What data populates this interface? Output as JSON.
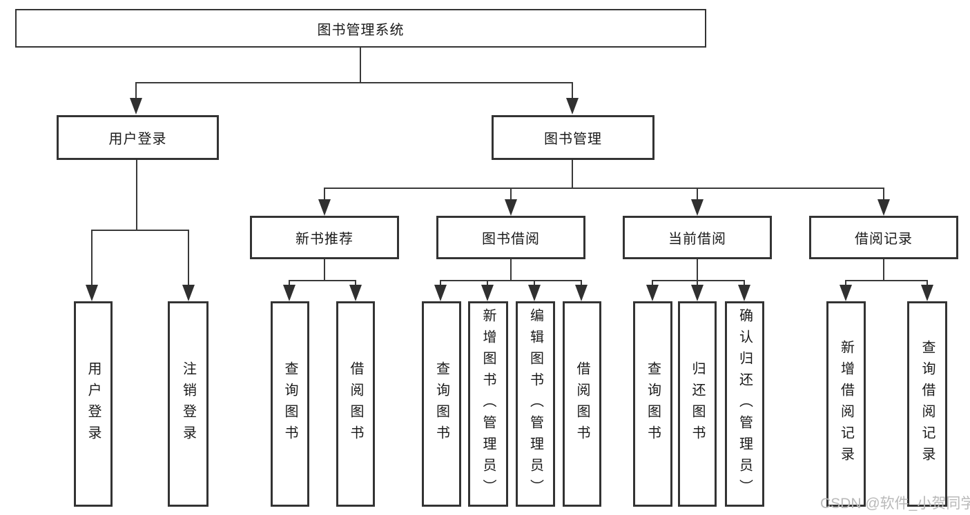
{
  "diagram_title": "图书管理系统",
  "tree": {
    "root": {
      "label": "图书管理系统",
      "children": [
        {
          "label": "用户登录",
          "children": [
            {
              "label": "用户登录"
            },
            {
              "label": "注销登录"
            }
          ]
        },
        {
          "label": "图书管理",
          "children": [
            {
              "label": "新书推荐",
              "children": [
                {
                  "label": "查询图书"
                },
                {
                  "label": "借阅图书"
                }
              ]
            },
            {
              "label": "图书借阅",
              "children": [
                {
                  "label": "查询图书"
                },
                {
                  "label": "新增图书（管理员）"
                },
                {
                  "label": "编辑图书（管理员）"
                },
                {
                  "label": "借阅图书"
                }
              ]
            },
            {
              "label": "当前借阅",
              "children": [
                {
                  "label": "查询图书"
                },
                {
                  "label": "归还图书"
                },
                {
                  "label": "确认归还（管理员）"
                }
              ]
            },
            {
              "label": "借阅记录",
              "children": [
                {
                  "label": "新增借阅记录"
                },
                {
                  "label": "查询借阅记录"
                }
              ]
            }
          ]
        }
      ]
    }
  },
  "watermark": {
    "text": "CSDN @软件_小贺同学"
  },
  "colors": {
    "line": "#383838",
    "border": "#333333",
    "text": "#1a1a1a",
    "background": "#ffffff",
    "watermark": "#b9b9b9"
  }
}
